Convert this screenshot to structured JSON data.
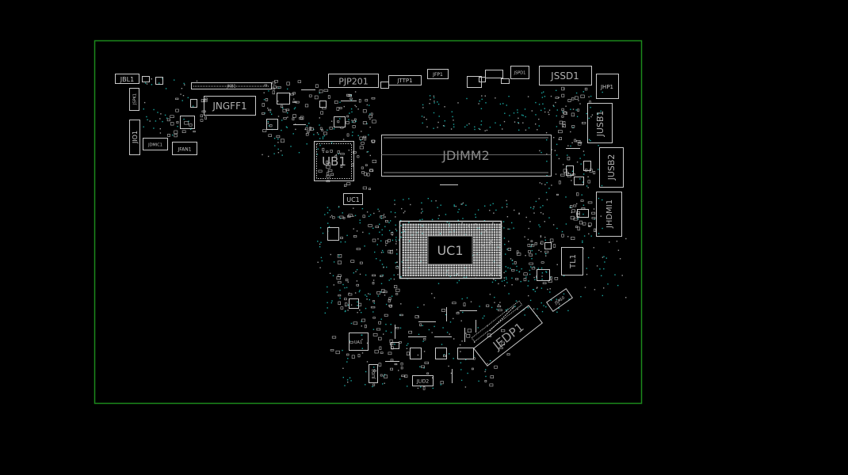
{
  "colors": {
    "background": "#000000",
    "board_outline": "#1c8a1c",
    "silkscreen": "#c8c8c8",
    "via": "#1aa6a0",
    "pad": "#bdbdbd"
  },
  "components": {
    "jbl1": "JBL1",
    "jkb1": "JKB1",
    "jngff1": "JNGFF1",
    "jio1": "JIO1",
    "jdmic1": "JDMIC1",
    "jfan1": "JFAN1",
    "jspk1": "JSPK1",
    "pjp201": "PJP201",
    "jttp1": "JTTP1",
    "jfp1": "JFP1",
    "jspd1": "JSPD1",
    "jssd1": "JSSD1",
    "jhp1": "JHP1",
    "jusb1": "JUSB1",
    "jusb2": "JUSB2",
    "jhdmi1": "JHDMI1",
    "ub1": "UB1",
    "jdimm2": "JDIMM2",
    "uc1_small": "UC1",
    "uc1": "UC1",
    "tl1": "TL1",
    "jedp1": "JEDP1",
    "jsp10": "JSP10",
    "jlid1": "JLID1",
    "jlid2": "JLID2",
    "ua1": "UA1"
  }
}
